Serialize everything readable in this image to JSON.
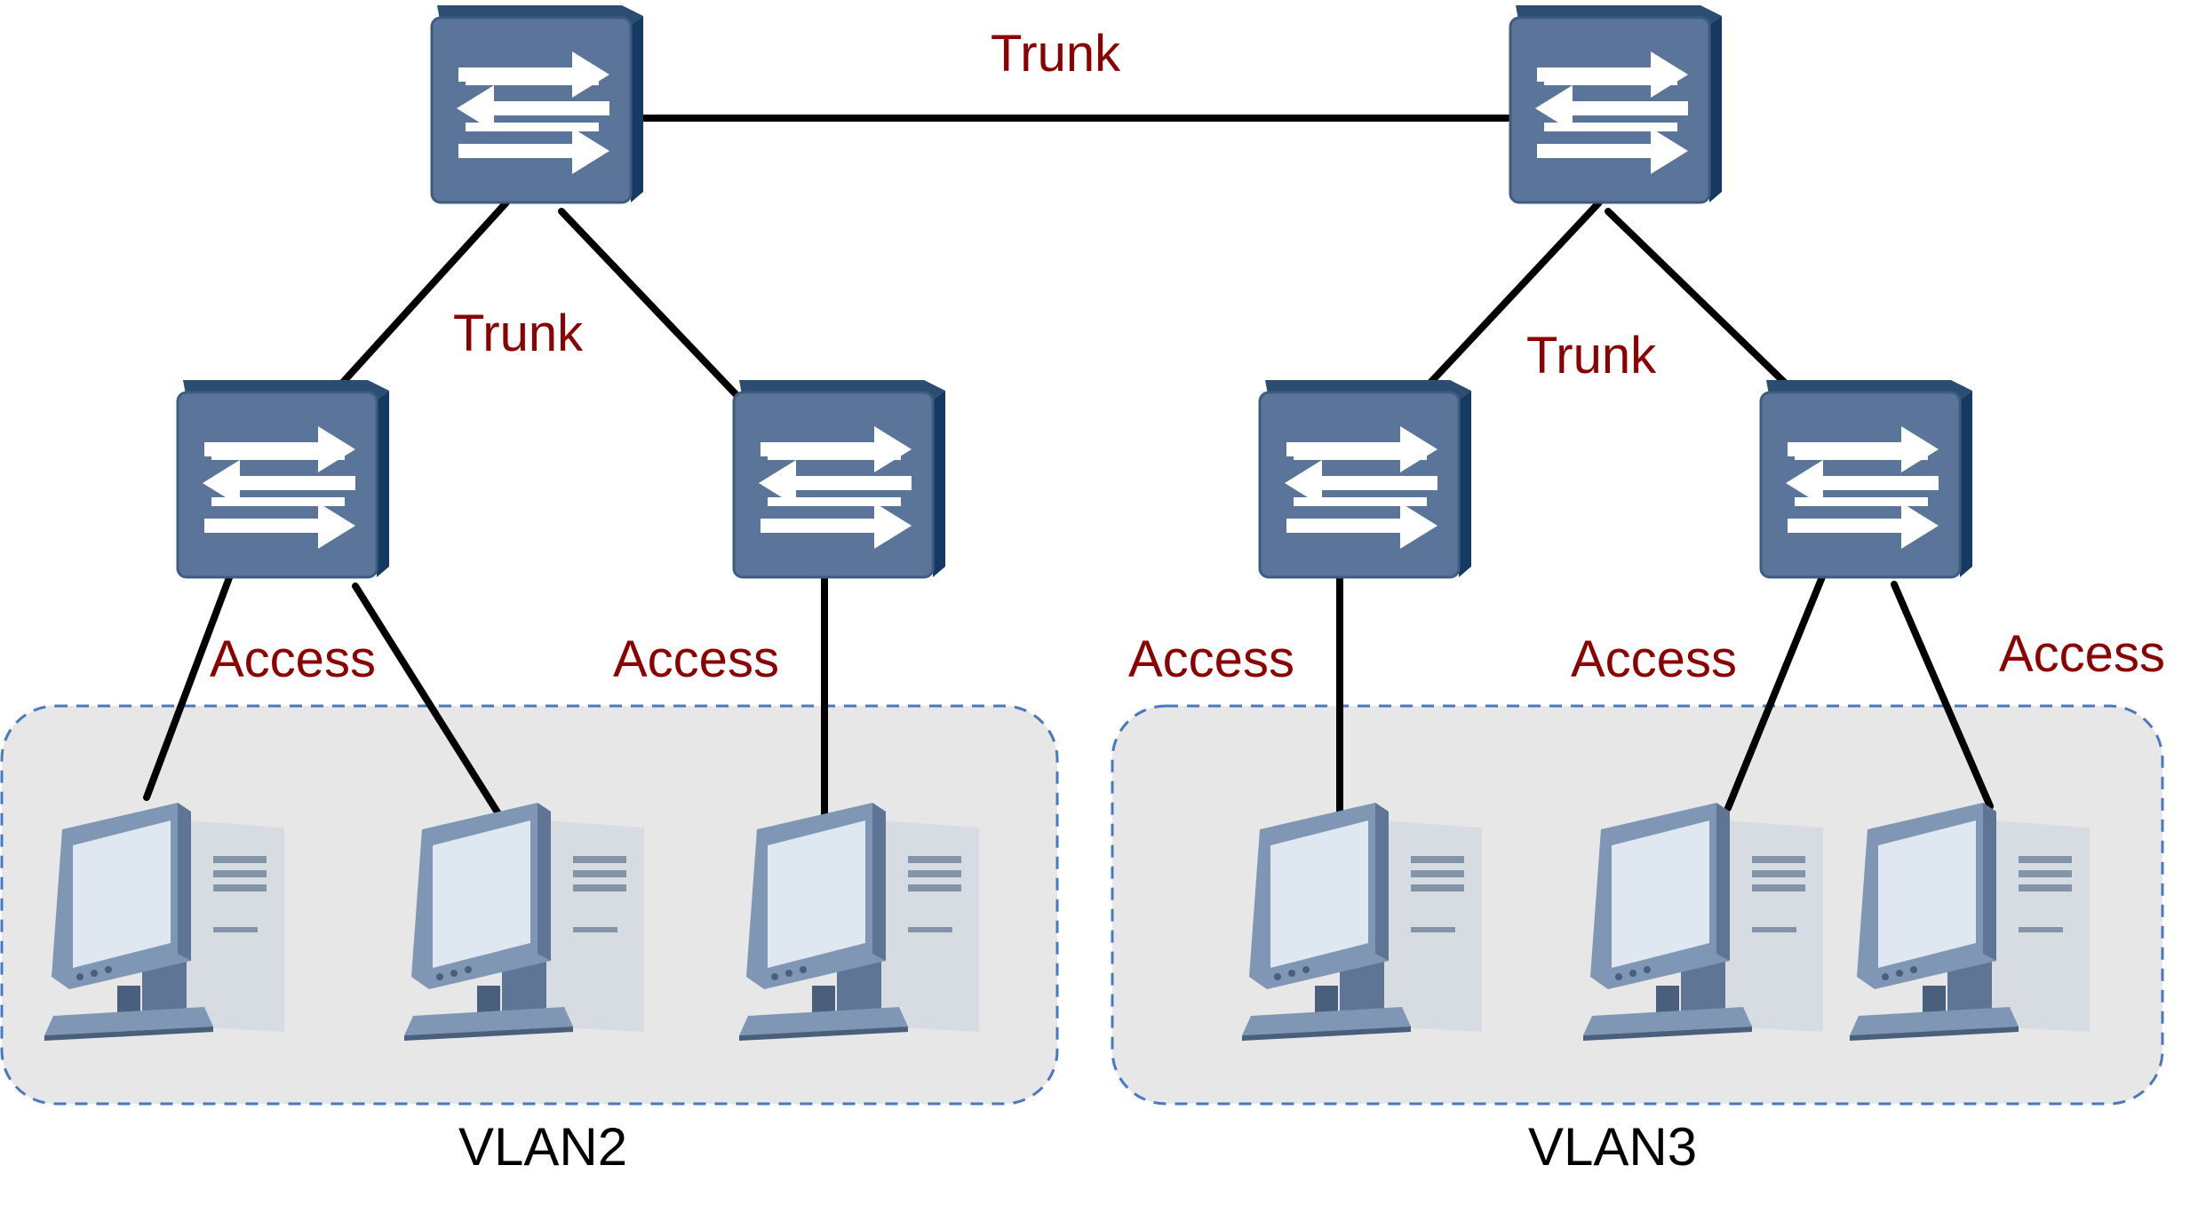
{
  "labels": {
    "trunk_top": "Trunk",
    "trunk_left": "Trunk",
    "trunk_right": "Trunk",
    "access_1": "Access",
    "access_2": "Access",
    "access_3": "Access",
    "access_4": "Access",
    "access_5": "Access"
  },
  "vlans": {
    "vlan2": "VLAN2",
    "vlan3": "VLAN3"
  },
  "colors": {
    "label_red": "#8b0000",
    "switch_face": "#5a7599",
    "switch_dark": "#143a61",
    "pc_monitor": "#7f96b5",
    "pc_screen": "#dfe7f1",
    "vlan_fill": "#e7e7e7",
    "vlan_border": "#4a78c0"
  },
  "icons": {
    "switch": "network-switch-icon",
    "computer": "desktop-computer-icon"
  }
}
